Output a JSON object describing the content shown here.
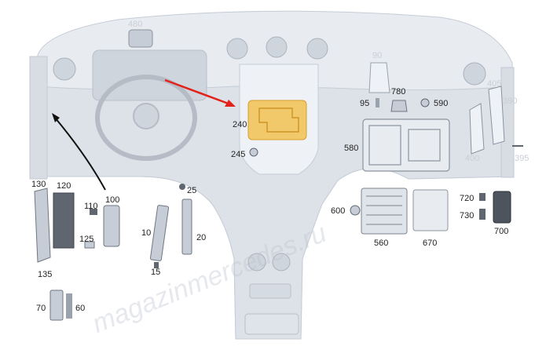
{
  "colors": {
    "dash_fill": "#e8ecf1",
    "dash_shade": "#d3d9e1",
    "part_fill": "#c7cdd6",
    "part_dark": "#5f6670",
    "highlight": "#f1c86a",
    "arrow_red": "#e2231a",
    "arrow_black": "#111111"
  },
  "watermark": "magazinmercedes.ru",
  "labels": {
    "p10": "10",
    "p15": "15",
    "p20": "20",
    "p25": "25",
    "p60": "60",
    "p70": "70",
    "p90": "90",
    "p95": "95",
    "p100": "100",
    "p110": "110",
    "p120": "120",
    "p125": "125",
    "p130": "130",
    "p135": "135",
    "p240": "240",
    "p245": "245",
    "p390": "390",
    "p395": "395",
    "p400": "400",
    "p405": "405",
    "p480": "480",
    "p560": "560",
    "p580": "580",
    "p590": "590",
    "p600": "600",
    "p670": "670",
    "p700": "700",
    "p720": "720",
    "p730": "730",
    "p780": "780"
  }
}
